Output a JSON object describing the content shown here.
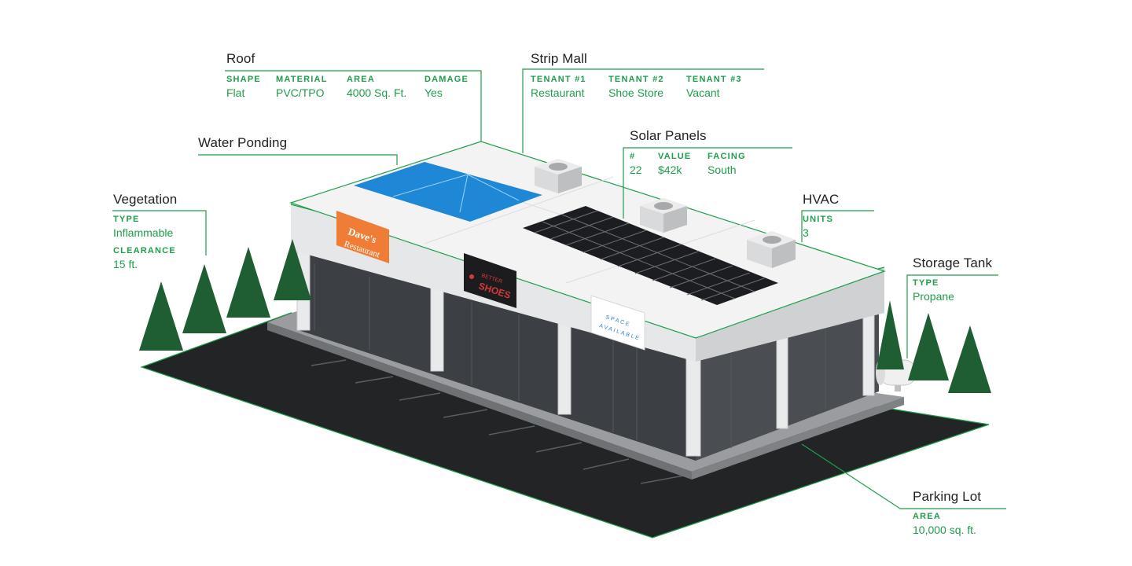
{
  "callouts": {
    "roof": {
      "title": "Roof",
      "fields": [
        {
          "label": "SHAPE",
          "value": "Flat"
        },
        {
          "label": "MATERIAL",
          "value": "PVC/TPO"
        },
        {
          "label": "AREA",
          "value": "4000 Sq. Ft."
        },
        {
          "label": "DAMAGE",
          "value": "Yes"
        }
      ]
    },
    "strip_mall": {
      "title": "Strip Mall",
      "fields": [
        {
          "label": "TENANT #1",
          "value": "Restaurant"
        },
        {
          "label": "TENANT #2",
          "value": "Shoe Store"
        },
        {
          "label": "TENANT #3",
          "value": "Vacant"
        }
      ]
    },
    "water_ponding": {
      "title": "Water Ponding"
    },
    "solar_panels": {
      "title": "Solar Panels",
      "fields": [
        {
          "label": "#",
          "value": "22"
        },
        {
          "label": "VALUE",
          "value": "$42k"
        },
        {
          "label": "FACING",
          "value": "South"
        }
      ]
    },
    "vegetation": {
      "title": "Vegetation",
      "fields": [
        {
          "label": "TYPE",
          "value": "Inflammable"
        },
        {
          "label": "CLEARANCE",
          "value": "15 ft."
        }
      ]
    },
    "hvac": {
      "title": "HVAC",
      "fields": [
        {
          "label": "UNITS",
          "value": "3"
        }
      ]
    },
    "storage_tank": {
      "title": "Storage Tank",
      "fields": [
        {
          "label": "TYPE",
          "value": "Propane"
        }
      ]
    },
    "parking_lot": {
      "title": "Parking Lot",
      "fields": [
        {
          "label": "AREA",
          "value": "10,000 sq. ft."
        }
      ]
    }
  },
  "signs": {
    "restaurant_line1": "Dave's",
    "restaurant_line2": "Restaurant",
    "shoes_line1": "BETTER",
    "shoes_line2": "SHOES",
    "vacant_line1": "SPACE",
    "vacant_line2": "AVAILABLE"
  },
  "colors": {
    "accent": "#1e9e4a",
    "title_text": "#222222",
    "pavement": "#222426",
    "tree": "#1f5e33",
    "water": "#1e88d6",
    "solar": "#1b1d21",
    "restaurant_sign": "#f07d35",
    "shoes_sign": "#1c1c1e",
    "shoes_text": "#d23b3b",
    "vacant_text": "#2c7fd0"
  }
}
